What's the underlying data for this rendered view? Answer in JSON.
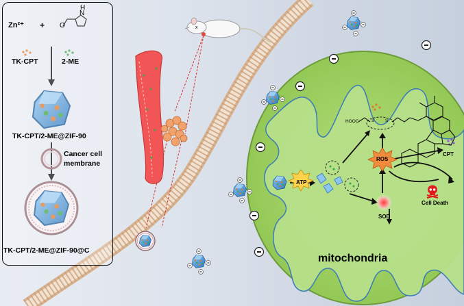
{
  "scheme": {
    "panel": {
      "zn": "Zn²⁺",
      "plus": "+",
      "tk_cpt": "TK-CPT",
      "me": "2-ME",
      "zif": "TK-CPT/2-ME@ZIF-90",
      "membrane_line1": "Cancer cell",
      "membrane_line2": "membrane",
      "final": "TK-CPT/2-ME@ZIF-90@C"
    },
    "right": {
      "atp": "ATP",
      "ros": "ROS",
      "sod": "SOD",
      "cpt": "CPT",
      "cell_death": "Cell Death",
      "hooc": "HOOC",
      "mito": "mitochondria",
      "h": "H",
      "n": "N",
      "o": "O",
      "s": "S"
    }
  },
  "colors": {
    "mito_fill": "#8bc34a",
    "mito_inner": "#a5d468",
    "vessel": "#f25555",
    "nano_blue": "#4f9bd8",
    "ros_orange": "#f08a3c",
    "tk_dots": "#e07a2a",
    "me_dots": "#3fa64a"
  }
}
